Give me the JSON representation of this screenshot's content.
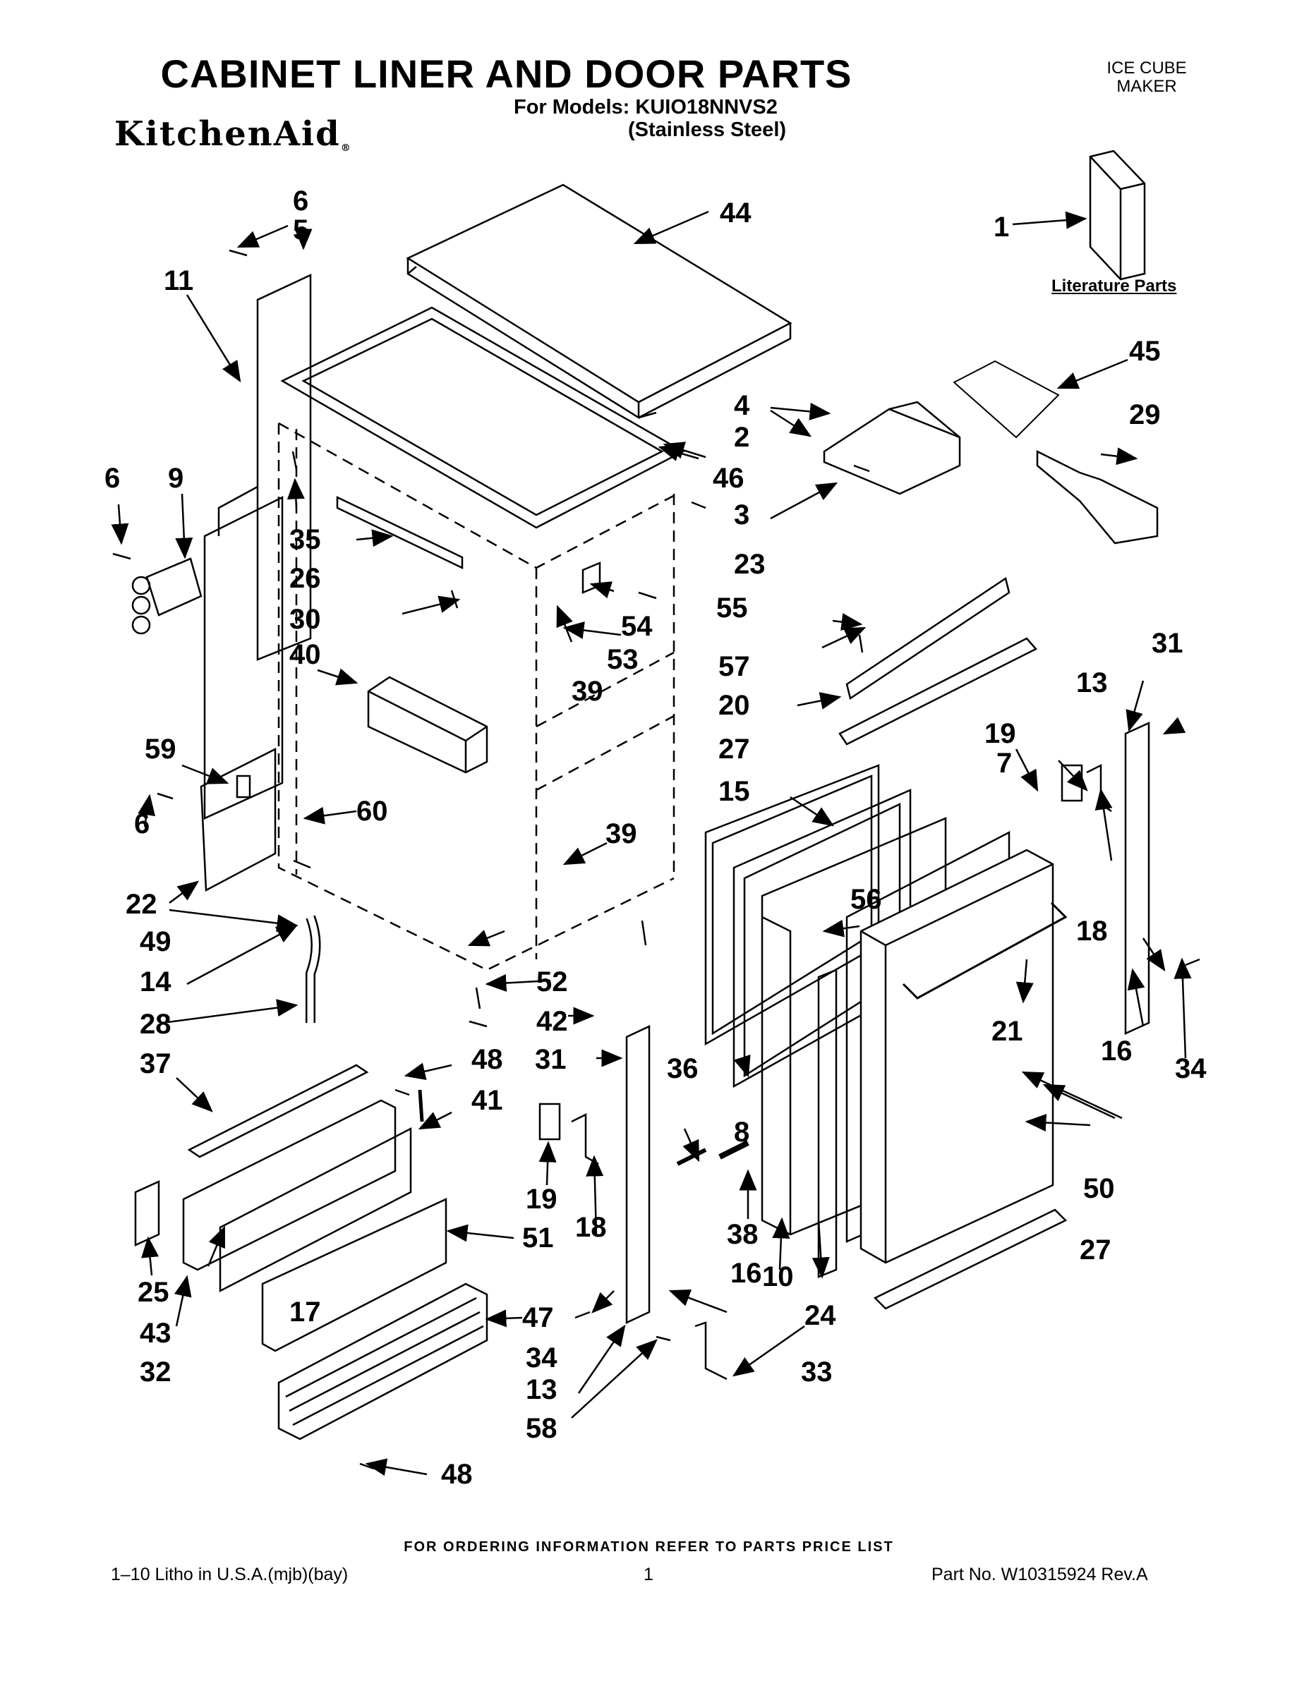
{
  "header": {
    "title": "CABINET LINER AND DOOR PARTS",
    "models_line": "For Models: KUIO18NNVS2",
    "finish_line": "(Stainless Steel)",
    "brand": "KitchenAid",
    "brand_mark": "®",
    "product_line1": "ICE CUBE",
    "product_line2": "MAKER"
  },
  "literature_label": "Literature Parts",
  "callouts": {
    "c1": "1",
    "c2": "2",
    "c3": "3",
    "c4": "4",
    "c5": "5",
    "c6a": "6",
    "c6b": "6",
    "c6c": "6",
    "c7": "7",
    "c8": "8",
    "c9": "9",
    "c10": "10",
    "c11": "11",
    "c13a": "13",
    "c13b": "13",
    "c14": "14",
    "c15": "15",
    "c16a": "16",
    "c16b": "16",
    "c17": "17",
    "c18a": "18",
    "c18b": "18",
    "c19a": "19",
    "c19b": "19",
    "c20": "20",
    "c21": "21",
    "c22": "22",
    "c23": "23",
    "c24": "24",
    "c25": "25",
    "c26": "26",
    "c27a": "27",
    "c27b": "27",
    "c28": "28",
    "c29": "29",
    "c30": "30",
    "c31a": "31",
    "c31b": "31",
    "c32": "32",
    "c33": "33",
    "c34a": "34",
    "c34b": "34",
    "c35": "35",
    "c36": "36",
    "c37": "37",
    "c38": "38",
    "c39a": "39",
    "c39b": "39",
    "c40": "40",
    "c41": "41",
    "c42": "42",
    "c43": "43",
    "c44": "44",
    "c45": "45",
    "c46": "46",
    "c47": "47",
    "c48a": "48",
    "c48b": "48",
    "c49": "49",
    "c50": "50",
    "c51": "51",
    "c52": "52",
    "c53": "53",
    "c54": "54",
    "c55": "55",
    "c56": "56",
    "c57": "57",
    "c58": "58",
    "c59": "59",
    "c60": "60"
  },
  "footer": {
    "ordering_note": "FOR ORDERING INFORMATION REFER TO PARTS PRICE LIST",
    "litho": "1–10 Litho in U.S.A.(mjb)(bay)",
    "page": "1",
    "part_no": "Part No. W10315924 Rev.A"
  }
}
